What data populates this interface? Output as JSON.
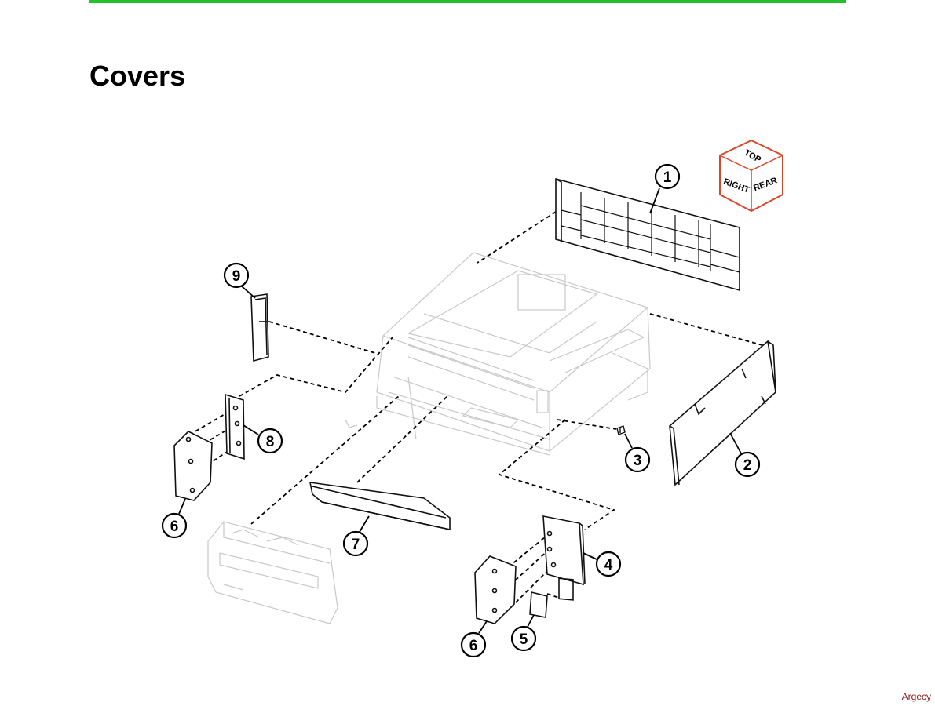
{
  "page": {
    "title": "Covers",
    "watermark": "Argecy",
    "accent_color": "#22c12b"
  },
  "orientation_cube": {
    "faces": [
      "TOP",
      "RIGHT",
      "REAR"
    ],
    "outline_color": "#d9472b"
  },
  "callouts": [
    "1",
    "2",
    "3",
    "4",
    "5",
    "6",
    "6",
    "7",
    "8",
    "9"
  ],
  "parts": [
    "rear-cover",
    "right-cover",
    "screw",
    "controller-shield-plate",
    "small-cover",
    "left-side-cover",
    "right-front-side-cover",
    "front-cover",
    "left-front-plate",
    "left-rear-bracket",
    "printer-frame",
    "paper-tray"
  ]
}
